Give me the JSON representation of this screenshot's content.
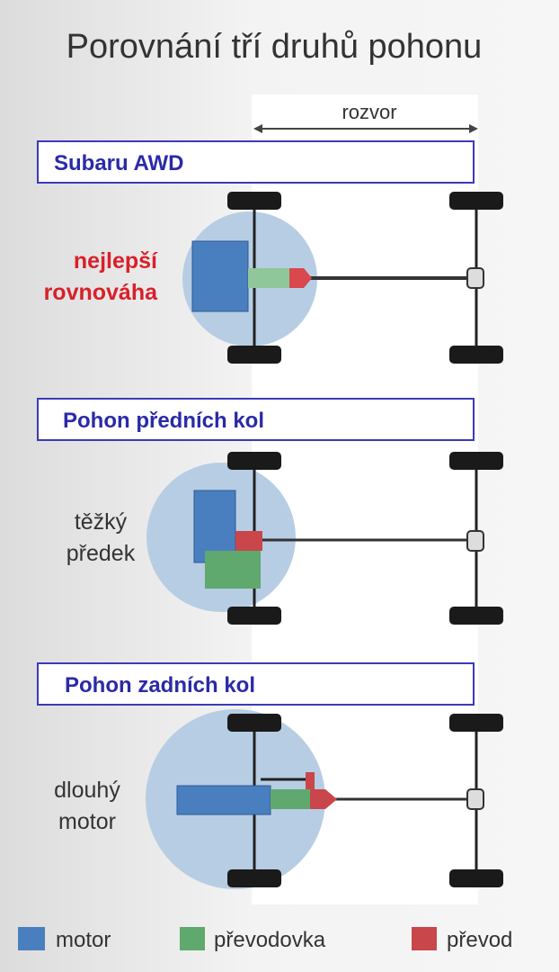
{
  "title": "Porovnání tří druhů pohonu",
  "wheelbase_label": "rozvor",
  "sections": [
    {
      "heading": "Subaru AWD",
      "note_line1": "nejlepší",
      "note_line2": "rovnováha",
      "note_color": "#d8202a"
    },
    {
      "heading": "Pohon předních kol",
      "note_line1": "těžký",
      "note_line2": "předek",
      "note_color": "#333333"
    },
    {
      "heading": "Pohon zadních kol",
      "note_line1": "dlouhý",
      "note_line2": "motor",
      "note_color": "#333333"
    }
  ],
  "legend": [
    {
      "label": "motor",
      "color": "#4a7fbf"
    },
    {
      "label": "převodovka",
      "color": "#5fa86e"
    },
    {
      "label": "převod",
      "color": "#c9464a"
    }
  ],
  "colors": {
    "heading_text": "#2a2aa8",
    "heading_border": "#3b3bb8",
    "circle": "#b7cde3"
  }
}
